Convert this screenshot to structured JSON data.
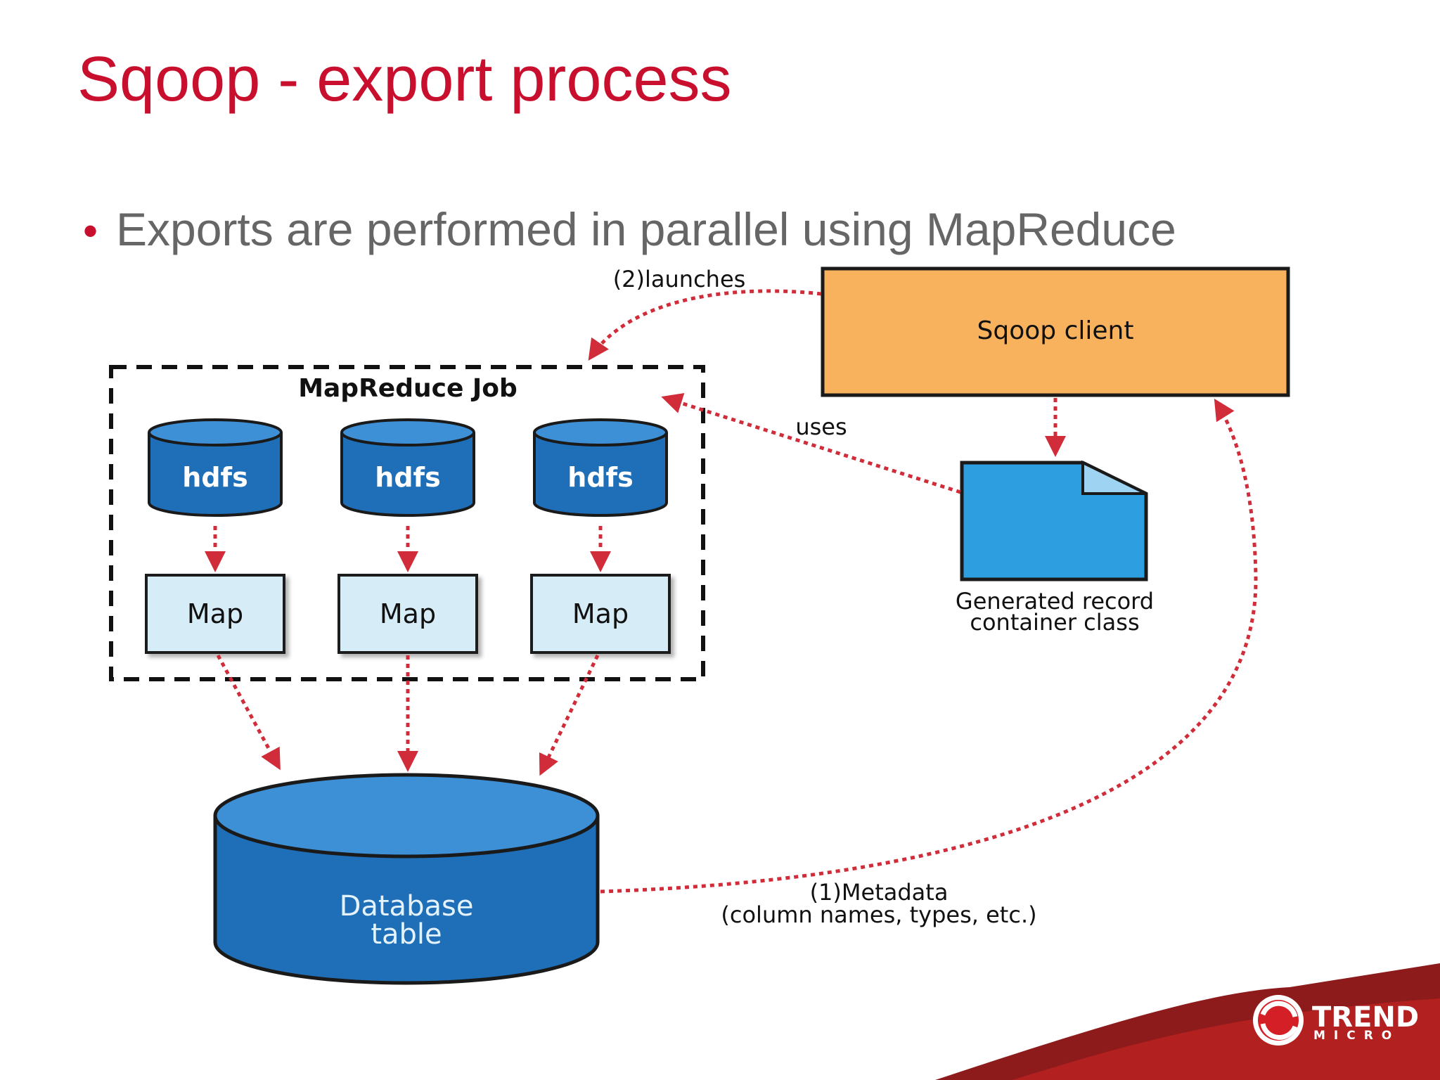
{
  "slide": {
    "title": "Sqoop - export process",
    "bullet": "Exports are performed in parallel using MapReduce"
  },
  "diagram": {
    "job_label": "MapReduce Job",
    "hdfs_labels": [
      "hdfs",
      "hdfs",
      "hdfs"
    ],
    "map_labels": [
      "Map",
      "Map",
      "Map"
    ],
    "client_label": "Sqoop client",
    "record_class_label": [
      "Generated record",
      "container class"
    ],
    "db_label": [
      "Database",
      "table"
    ],
    "edge_launches": "(2)launches",
    "edge_uses": "uses",
    "edge_metadata": [
      "(1)Metadata",
      "(column names, types, etc.)"
    ]
  },
  "logo": {
    "line1": "TREND",
    "line2": "MICRO"
  },
  "colors": {
    "title": "#c8102e",
    "bullet_text": "#666666",
    "cylinder_blue": "#1f6fb8",
    "cylinder_top": "#3d8fd6",
    "map_box_fill": "#d6ecf7",
    "client_fill": "#f8b15d",
    "document_fill": "#2d9ee0",
    "arrow_red": "#d12c3a"
  }
}
